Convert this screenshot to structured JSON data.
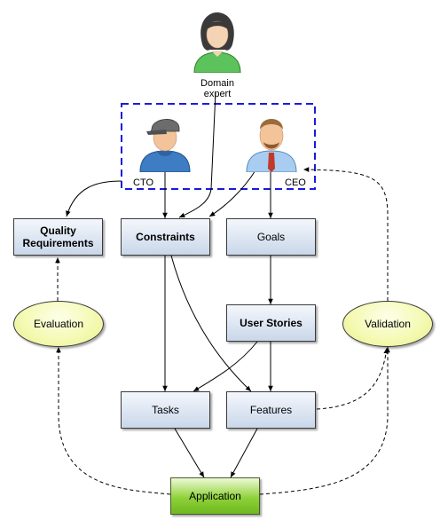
{
  "people": {
    "domain_expert": {
      "label_line1": "Domain",
      "label_line2": "expert",
      "icon": "female-user-icon"
    },
    "cto": {
      "label": "CTO",
      "icon": "cap-user-icon"
    },
    "ceo": {
      "label": "CEO",
      "icon": "bearded-user-icon"
    }
  },
  "nodes": {
    "quality_requirements_line1": "Quality",
    "quality_requirements_line2": "Requirements",
    "constraints": "Constraints",
    "goals": "Goals",
    "user_stories": "User Stories",
    "tasks": "Tasks",
    "features": "Features",
    "application": "Application",
    "evaluation": "Evaluation",
    "validation": "Validation"
  },
  "colors": {
    "box_top": "#f4f7fc",
    "box_bottom": "#c9d7ea",
    "app_green": "#8fd23a",
    "ellipse_fill": "#f4f9b0",
    "group_border": "#1a1adf",
    "line": "#000000"
  }
}
